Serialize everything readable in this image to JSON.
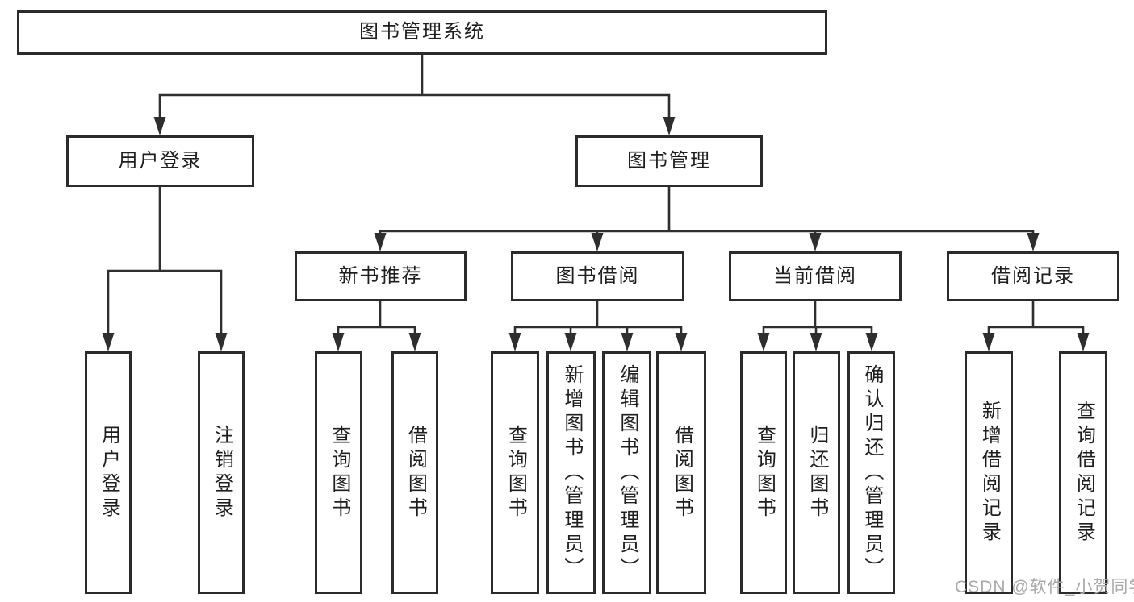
{
  "diagram": {
    "root": {
      "label": "图书管理系统"
    },
    "user_login": {
      "label": "用户登录",
      "children": {
        "login": {
          "label": "用户登录"
        },
        "logout": {
          "label": "注销登录"
        }
      }
    },
    "book_management": {
      "label": "图书管理",
      "children": {
        "new_book_recommend": {
          "label": "新书推荐",
          "children": {
            "query_book": {
              "label": "查询图书"
            },
            "borrow_book": {
              "label": "借阅图书"
            }
          }
        },
        "book_borrowing": {
          "label": "图书借阅",
          "children": {
            "query_book": {
              "label": "查询图书"
            },
            "add_book": {
              "label": "新增图书（管理员）"
            },
            "edit_book": {
              "label": "编辑图书（管理员）"
            },
            "borrow_book": {
              "label": "借阅图书"
            }
          }
        },
        "current_borrowing": {
          "label": "当前借阅",
          "children": {
            "query_book": {
              "label": "查询图书"
            },
            "return_book": {
              "label": "归还图书"
            },
            "confirm_return": {
              "label": "确认归还（管理员）"
            }
          }
        },
        "borrowing_records": {
          "label": "借阅记录",
          "children": {
            "add_record": {
              "label": "新增借阅记录"
            },
            "query_record": {
              "label": "查询借阅记录"
            }
          }
        }
      }
    }
  },
  "watermark": {
    "text": "CSDN @软件_小贺同学"
  },
  "colors": {
    "background": "#ffffff",
    "line": "#2e2e2e",
    "box_border": "#2b2b2b",
    "text": "#1e1e1e",
    "watermark": "#a9a9a9"
  }
}
